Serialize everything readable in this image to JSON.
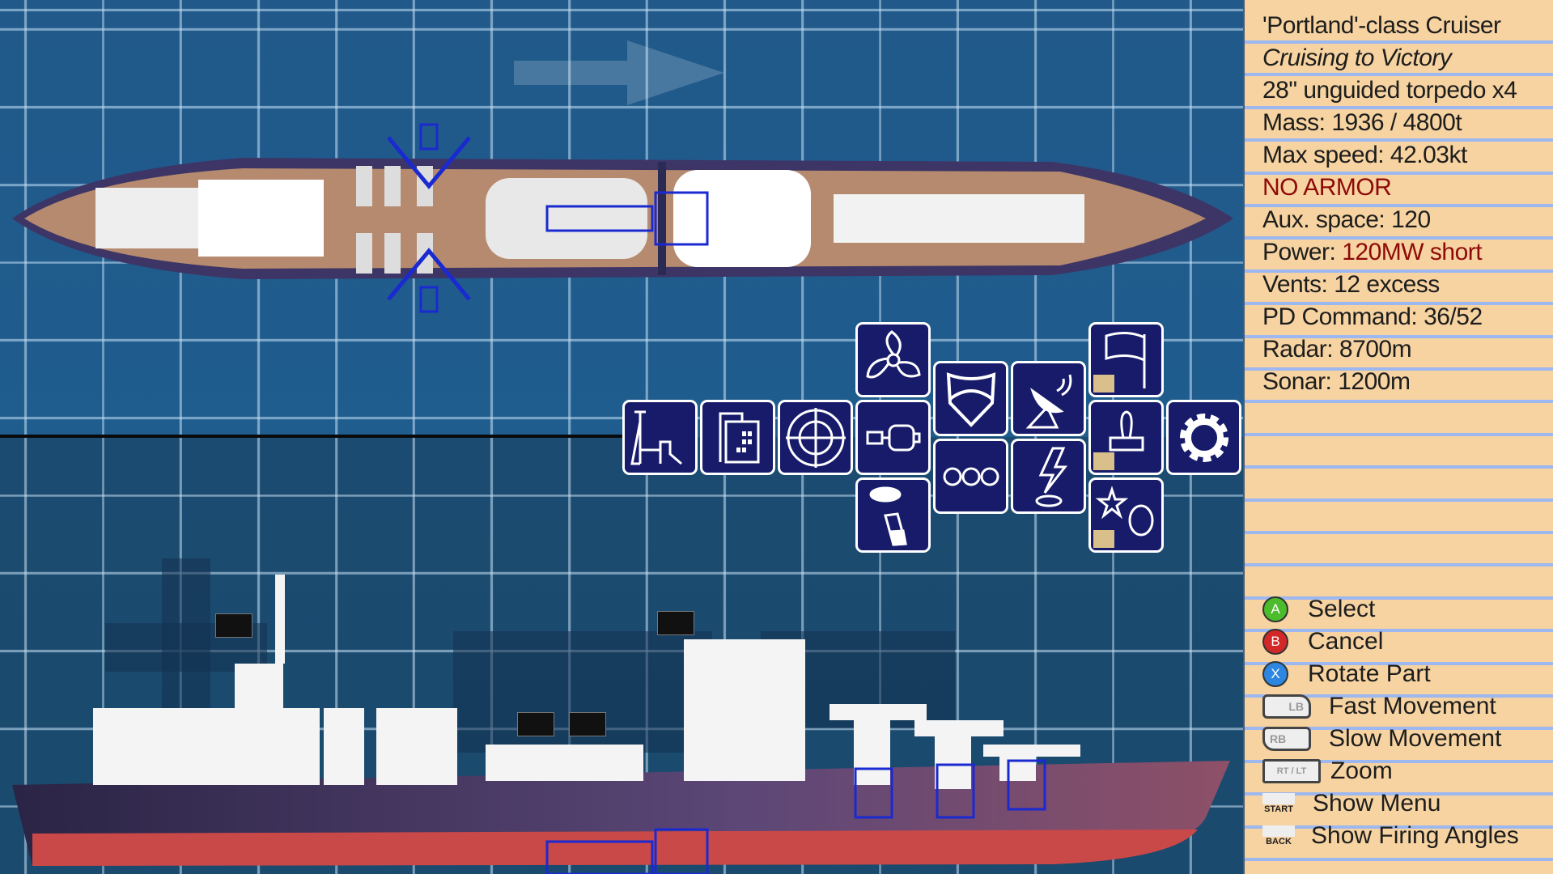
{
  "ship": {
    "class_name": "'Portland'-class Cruiser",
    "ship_name": "Cruising to Victory",
    "weapon": "28\" unguided torpedo x4",
    "mass": "Mass: 1936 / 4800t",
    "max_speed": "Max speed: 42.03kt",
    "armor": "NO ARMOR",
    "aux_space": "Aux. space: 120",
    "power_label": "Power: ",
    "power_value": "120MW short",
    "vents": "Vents: 12 excess",
    "pd_command": "PD Command: 36/52",
    "radar": "Radar: 8700m",
    "sonar": "Sonar: 1200m"
  },
  "controls": [
    {
      "key": "A",
      "label": "Select",
      "color": "#4cbb2c"
    },
    {
      "key": "B",
      "label": "Cancel",
      "color": "#d42828"
    },
    {
      "key": "X",
      "label": "Rotate Part",
      "color": "#2d86e0"
    },
    {
      "key": "LB",
      "label": "Fast Movement"
    },
    {
      "key": "RB",
      "label": "Slow Movement"
    },
    {
      "key": "RT / LT",
      "label": "Zoom"
    },
    {
      "key": "START",
      "label": "Show Menu"
    },
    {
      "key": "BACK",
      "label": "Show Firing Angles"
    }
  ],
  "colors": {
    "panel": "#f6d3a0",
    "tile": "#171b6a",
    "deck": "#b58a6e",
    "warning": "#8e0a0a"
  }
}
